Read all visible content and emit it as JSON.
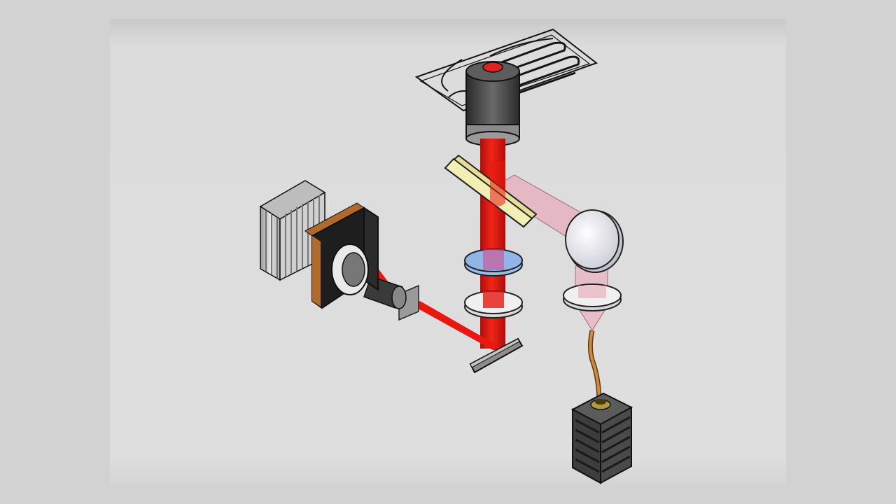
{
  "figure": {
    "colors": {
      "background": "#dedede",
      "laser_beam": "#e8170f",
      "fluorescence_beam": "#e9b9c4",
      "dichroic_mirror": "#f2eeb4",
      "filter_lens": "#8fb6e6",
      "lens": "#f0f0f0",
      "fiber": "#d08a3c",
      "camera_heatsink": "#c8c8c8",
      "camera_ring": "#b06a2a",
      "camera_body": "#1e1e1e",
      "laser_module": "#4a4a4a",
      "objective": "#3a3a3a"
    },
    "components": [
      "sample-stage",
      "microscope-objective",
      "dichroic-mirror",
      "blue-filter-lens",
      "tube-lens",
      "fold-mirror",
      "slit-plate",
      "camera-objective",
      "camera",
      "collimating-lens",
      "fiber-coupler-lens",
      "optical-fiber",
      "laser-module"
    ]
  }
}
